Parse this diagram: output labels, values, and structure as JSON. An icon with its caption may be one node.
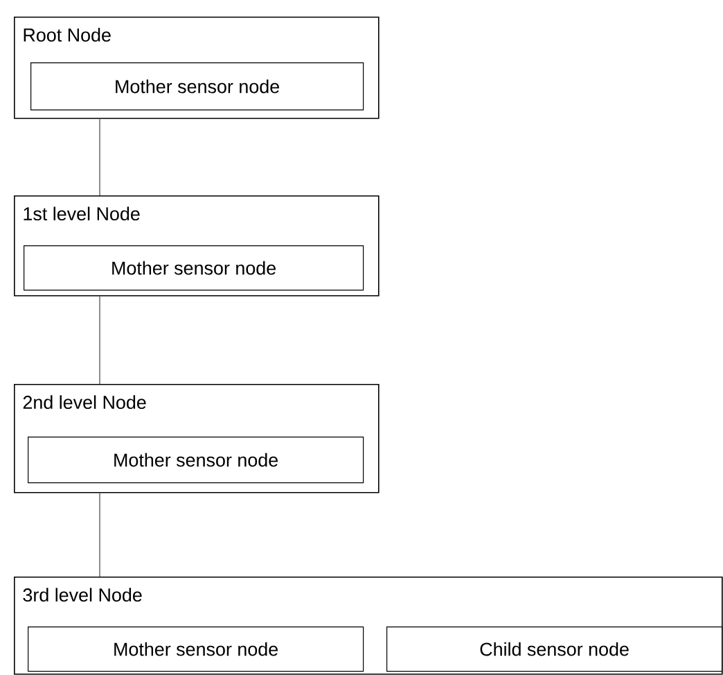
{
  "diagram": {
    "nodes": [
      {
        "text": [
          "Root Node"
        ]
      },
      {
        "text": [
          "Mother sensor node"
        ],
        "in": 0
      },
      {
        "text": [
          "1st level Node"
        ]
      },
      {
        "text": [
          "Mother sensor node"
        ],
        "in": 2
      },
      {
        "text": [
          "2nd level Node"
        ]
      },
      {
        "text": [
          "Mother sensor node"
        ],
        "in": 4
      },
      {
        "text": [
          "3rd level Node"
        ]
      },
      {
        "text": [
          "Mother sensor node"
        ],
        "in": 6
      },
      {
        "text": [
          "Child sensor node"
        ],
        "in": 6
      }
    ],
    "edges": [
      {
        "from": 0,
        "to": 2,
        "arrow": "none"
      },
      {
        "from": 2,
        "to": 4,
        "arrow": "none"
      },
      {
        "from": 4,
        "to": 6,
        "arrow": "none"
      }
    ]
  }
}
